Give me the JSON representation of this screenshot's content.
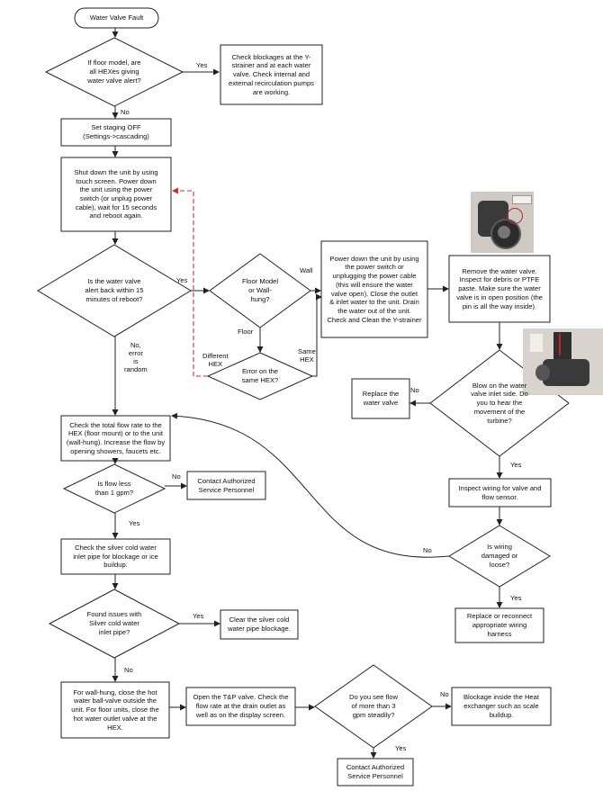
{
  "nodes": {
    "start": "Water Valve Fault",
    "d_floor_all": "If floor model, are\nall HEXes giving\nwater valve alert?",
    "check_blockages": "Check blockages at the Y-\nstrainer and at each water\nvalve. Check internal and\nexternal recirculation pumps\nare working.",
    "set_staging": "Set staging OFF\n(Settings->cascading)",
    "shutdown_reboot": "Shut down the unit by using\ntouch screen.  Power down\nthe unit using the power\nswitch (or unplug power\ncable), wait for 15 seconds\nand reboot again.",
    "d_alert_back": "Is the water valve\nalert back within 15\nminutes of reboot?",
    "d_floor_wall": "Floor Model\nor Wall-\nhung?",
    "d_error_same": "Error on the\nsame HEX?",
    "power_down_drain": "Power down the unit by using\nthe power switch or\nunplugging the power cable\n(this will ensure the water\nvalve open).  Close the outlet\n& inlet water to the unit. Drain\nthe water out of the unit.\nCheck and Clean the Y-strainer",
    "remove_valve": "Remove the water valve.\nInspect for debris or PTFE\npaste.  Make sure the water\nvalve is in open position (the\npin is all the way inside).",
    "d_blow": "Blow on the water\nvalve inlet side. Do\nyou to hear the\nmovement of the\nturbine?",
    "replace_valve": "Replace the\nwater valve",
    "inspect_wiring": "Inspect wiring for valve and\nflow sensor.",
    "d_wiring": "Is wiring\ndamaged or\nloose?",
    "replace_harness": "Replace or reconnect\nappropriate wiring\nharness",
    "check_flow": "Check the total flow rate to the\nHEX (floor mount) or to the unit\n(wall-hung). Increase the flow by\nopening showers, faucets etc.",
    "d_flow_less": "Is flow less\nthan 1 gpm?",
    "contact_1": "Contact Authorized\nService Personnel",
    "check_silver": "Check the silver cold water\ninlet pipe for blockage or ice\nbuildup.",
    "d_found_issues": "Found issues with\nSilver cold water\ninlet pipe?",
    "clear_silver": "Clear the silver cold\nwater pipe blockage.",
    "close_hot": "For wall-hung, close the hot\nwater ball-valve outside the\nunit. For floor units, close the\nhot water outlet valve at the\nHEX.",
    "open_tp": "Open the T&P valve. Check the\nflow rate at the drain outlet as\nwell as on the display screen.",
    "d_flow_3": "Do you see flow\nof more than 3\ngpm steadily?",
    "blockage_hex": "Blockage inside the Heat\nexchanger such as scale\nbuildup.",
    "contact_2": "Contact Authorized\nService Personnel"
  },
  "edge_labels": {
    "yes_1": "Yes",
    "no_1": "No",
    "yes_2": "Yes",
    "no_random": "No,\nerror\nis\nrandom",
    "wall": "Wall",
    "floor": "Floor",
    "different_hex": "Different\nHEX",
    "same_hex": "Same\nHEX",
    "no_blow": "No",
    "yes_blow": "Yes",
    "no_wiring": "No",
    "yes_wiring": "Yes",
    "no_flow_less": "No",
    "yes_flow_less": "Yes",
    "yes_found": "Yes",
    "no_found": "No",
    "no_flow_3": "No",
    "yes_flow_3": "Yes"
  },
  "colors": {
    "line": "#222222",
    "dashed_loop": "#d9262b"
  }
}
